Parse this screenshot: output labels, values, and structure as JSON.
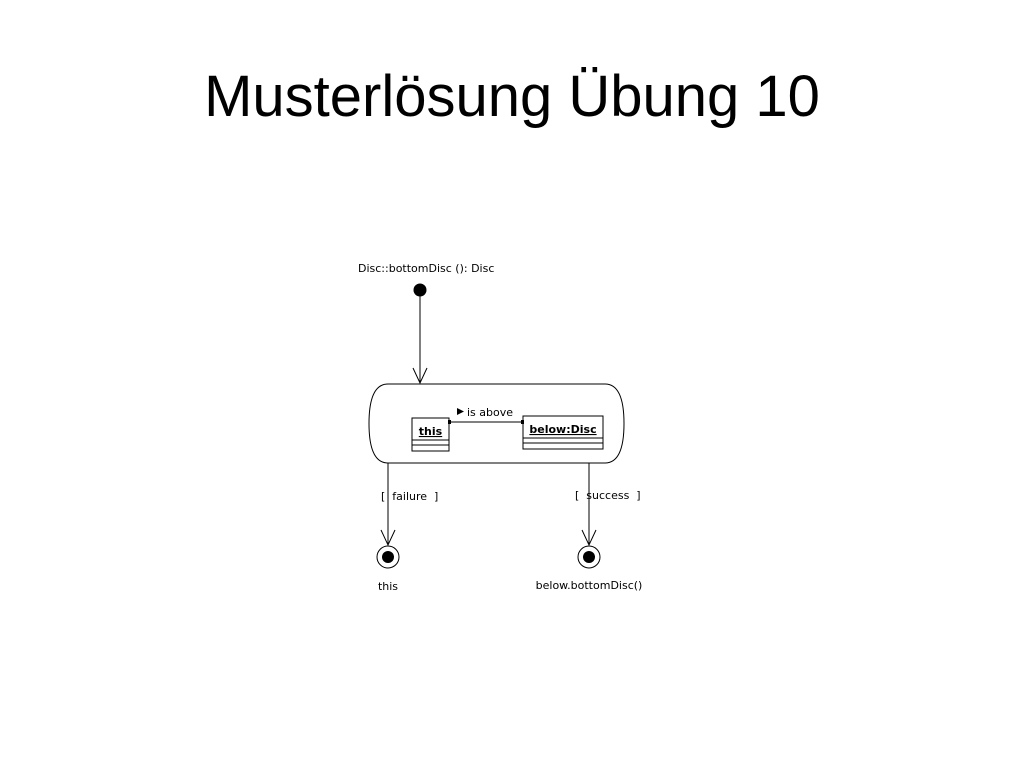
{
  "slide": {
    "title": "Musterlösung Übung 10"
  },
  "diagram": {
    "operation_label": "Disc::bottomDisc (): Disc",
    "objects": {
      "this_label": "this",
      "below_label": "below:Disc"
    },
    "link_label": "is above",
    "guards": {
      "failure": "[  failure  ]",
      "success": "[  success  ]"
    },
    "final_labels": {
      "failure": "this",
      "success": "below.bottomDisc()"
    }
  }
}
